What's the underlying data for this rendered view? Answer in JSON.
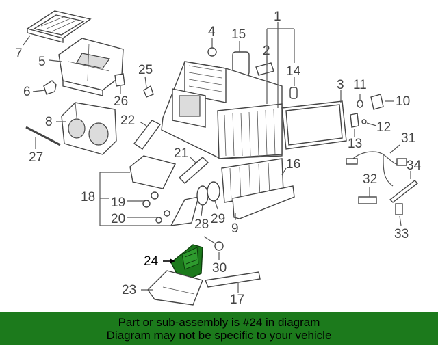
{
  "callouts": {
    "c1": "1",
    "c2": "2",
    "c3": "3",
    "c4": "4",
    "c5": "5",
    "c6": "6",
    "c7": "7",
    "c8": "8",
    "c9": "9",
    "c10": "10",
    "c11": "11",
    "c12": "12",
    "c13": "13",
    "c14": "14",
    "c15": "15",
    "c16": "16",
    "c17": "17",
    "c18": "18",
    "c19": "19",
    "c20": "20",
    "c21": "21",
    "c22": "22",
    "c23": "23",
    "c24": "24",
    "c25": "25",
    "c26": "26",
    "c27": "27",
    "c28": "28",
    "c29": "29",
    "c30": "30",
    "c31": "31",
    "c32": "32",
    "c33": "33",
    "c34": "34"
  },
  "highlight": {
    "part_number": "24",
    "color": "#1c7a1c"
  },
  "banner": {
    "line1": "Part or sub-assembly is #24 in diagram",
    "line2": "Diagram may not be specific to your vehicle",
    "background": "#1c7a1c"
  }
}
